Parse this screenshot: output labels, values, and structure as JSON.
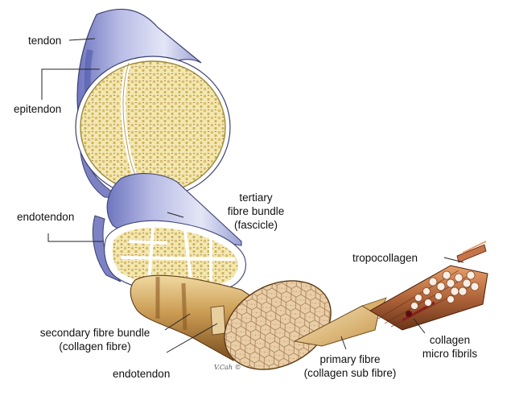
{
  "labels": {
    "tendon": "tendon",
    "epitendon": "epitendon",
    "endotendon_top": "endotendon",
    "tertiary_line1": "tertiary",
    "tertiary_line2": "fibre bundle",
    "tertiary_line3": "(fascicle)",
    "tropocollagen": "tropocollagen",
    "secondary_line1": "secondary fibre bundle",
    "secondary_line2": "(collagen fibre)",
    "endotendon_bottom": "endotendon",
    "primary_line1": "primary fibre",
    "primary_line2": "(collagen sub fibre)",
    "micro_line1": "collagen",
    "micro_line2": "micro fibrils"
  },
  "signature": "V.Cah ©",
  "colors": {
    "sheath": "#c9cbe8",
    "sheath_dark": "#7c82c4",
    "fascicle_fill": "#e8d99a",
    "fascicle_cells": "#d9c26a",
    "bundle_gold": "#c8a25a",
    "fibre_copper": "#b0643a",
    "fibril_red": "#8b1e1e"
  }
}
